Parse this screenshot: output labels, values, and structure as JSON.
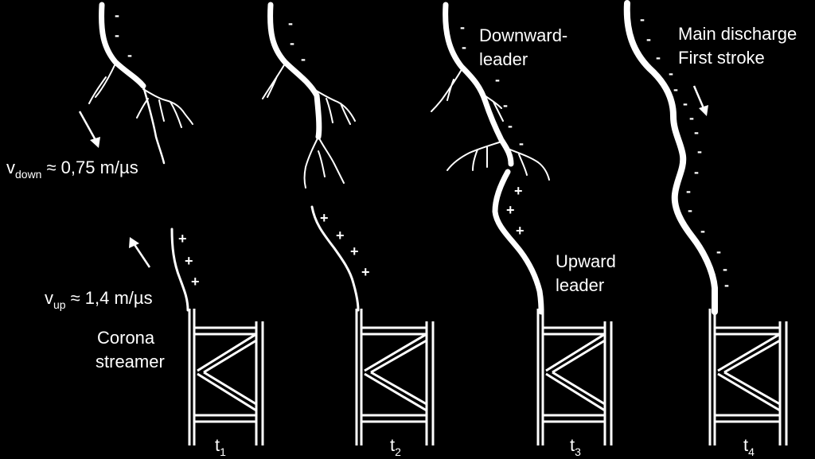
{
  "labels": {
    "v_down_symbol": "v",
    "v_down_sub": "down",
    "v_down_value": "≈ 0,75 m/µs",
    "v_up_symbol": "v",
    "v_up_sub": "up",
    "v_up_value": "≈ 1,4 m/µs",
    "corona_line1": "Corona",
    "corona_line2": "streamer",
    "downward_line1": "Downward-",
    "downward_line2": "leader",
    "upward_line1": "Upward",
    "upward_line2": "leader",
    "main_line1": "Main discharge",
    "main_line2": "First stroke"
  },
  "stages": [
    {
      "t": "t",
      "sub": "1"
    },
    {
      "t": "t",
      "sub": "2"
    },
    {
      "t": "t",
      "sub": "3"
    },
    {
      "t": "t",
      "sub": "4"
    }
  ],
  "signs": {
    "minus": "-",
    "plus": "+"
  },
  "colors": {
    "background": "#000000",
    "stroke": "#ffffff"
  }
}
